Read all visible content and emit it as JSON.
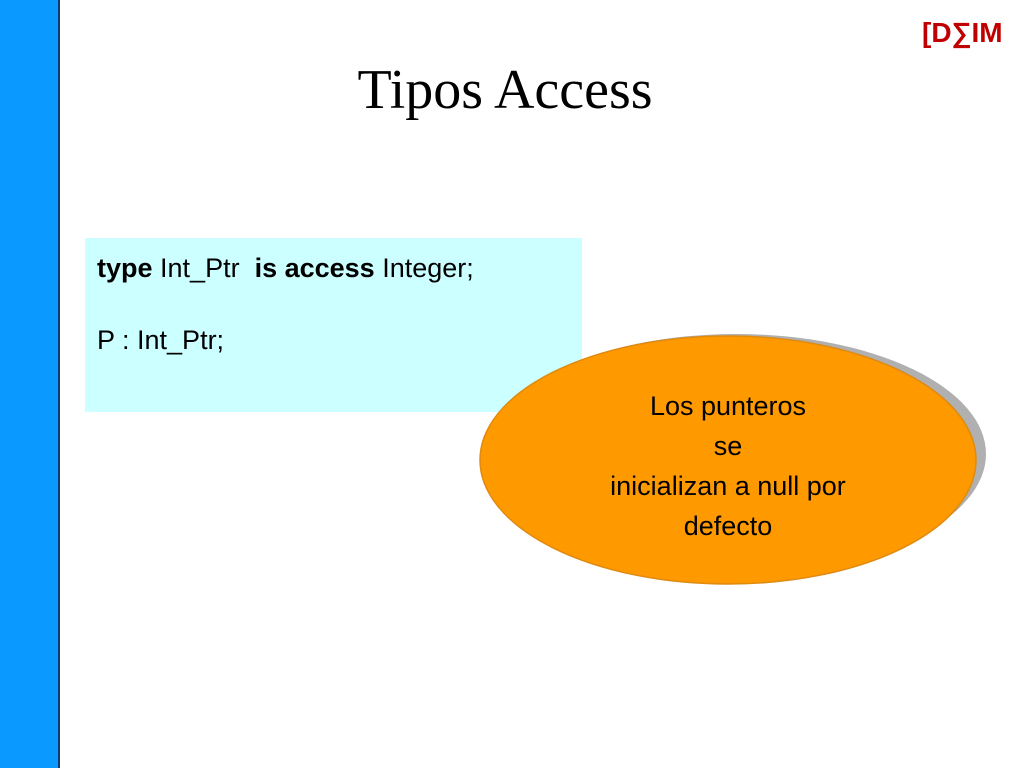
{
  "slide": {
    "title": "Tipos Access",
    "logo_text": "[D∑IM]",
    "code": {
      "line1": {
        "kw1": "type",
        "t1": " Int_Ptr  ",
        "kw2": "is access",
        "t2": " Integer;"
      },
      "line2": "P : Int_Ptr;"
    },
    "callout": {
      "lines": [
        "Los punteros",
        "se",
        "inicializan a null por",
        "defecto"
      ],
      "fill_color": "#ff9900",
      "shadow_color": "#b0b0b0"
    },
    "colors": {
      "sidebar": "#0a99ff",
      "code_bg": "#ccffff",
      "logo": "#c00000"
    }
  }
}
